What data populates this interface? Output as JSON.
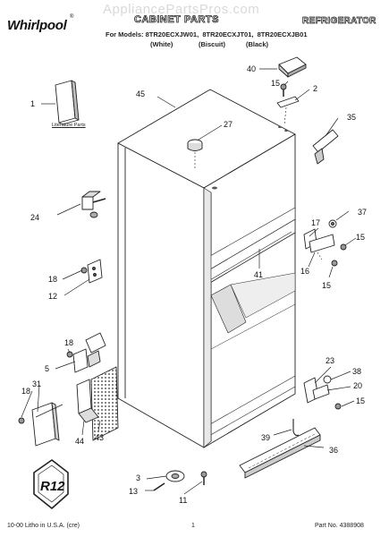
{
  "watermark": "AppliancePartsPros.com",
  "header": {
    "logo": "Whirlpool",
    "logo_mark": "®",
    "title": "CABINET PARTS",
    "brand_right": "REFRIGERATOR",
    "models_line": "For Models: 8TR20ECXJW01,  8TR20ECXJT01,  8TR20ECXJB01",
    "colors": [
      "(White)",
      "(Biscuit)",
      "(Black)"
    ]
  },
  "literature_label": "Literature Parts",
  "callouts": [
    {
      "n": "1"
    },
    {
      "n": "2"
    },
    {
      "n": "3"
    },
    {
      "n": "5"
    },
    {
      "n": "11"
    },
    {
      "n": "12"
    },
    {
      "n": "13"
    },
    {
      "n": "15"
    },
    {
      "n": "15"
    },
    {
      "n": "15"
    },
    {
      "n": "15"
    },
    {
      "n": "16"
    },
    {
      "n": "17"
    },
    {
      "n": "18"
    },
    {
      "n": "18"
    },
    {
      "n": "18"
    },
    {
      "n": "20"
    },
    {
      "n": "23"
    },
    {
      "n": "24"
    },
    {
      "n": "27"
    },
    {
      "n": "31"
    },
    {
      "n": "35"
    },
    {
      "n": "36"
    },
    {
      "n": "37"
    },
    {
      "n": "38"
    },
    {
      "n": "39"
    },
    {
      "n": "40"
    },
    {
      "n": "41"
    },
    {
      "n": "43"
    },
    {
      "n": "44"
    },
    {
      "n": "45"
    }
  ],
  "badge": "R12",
  "footer": {
    "litho": "10-00 Litho in U.S.A. (cre)",
    "page": "1",
    "part_no": "Part No. 4388908"
  }
}
